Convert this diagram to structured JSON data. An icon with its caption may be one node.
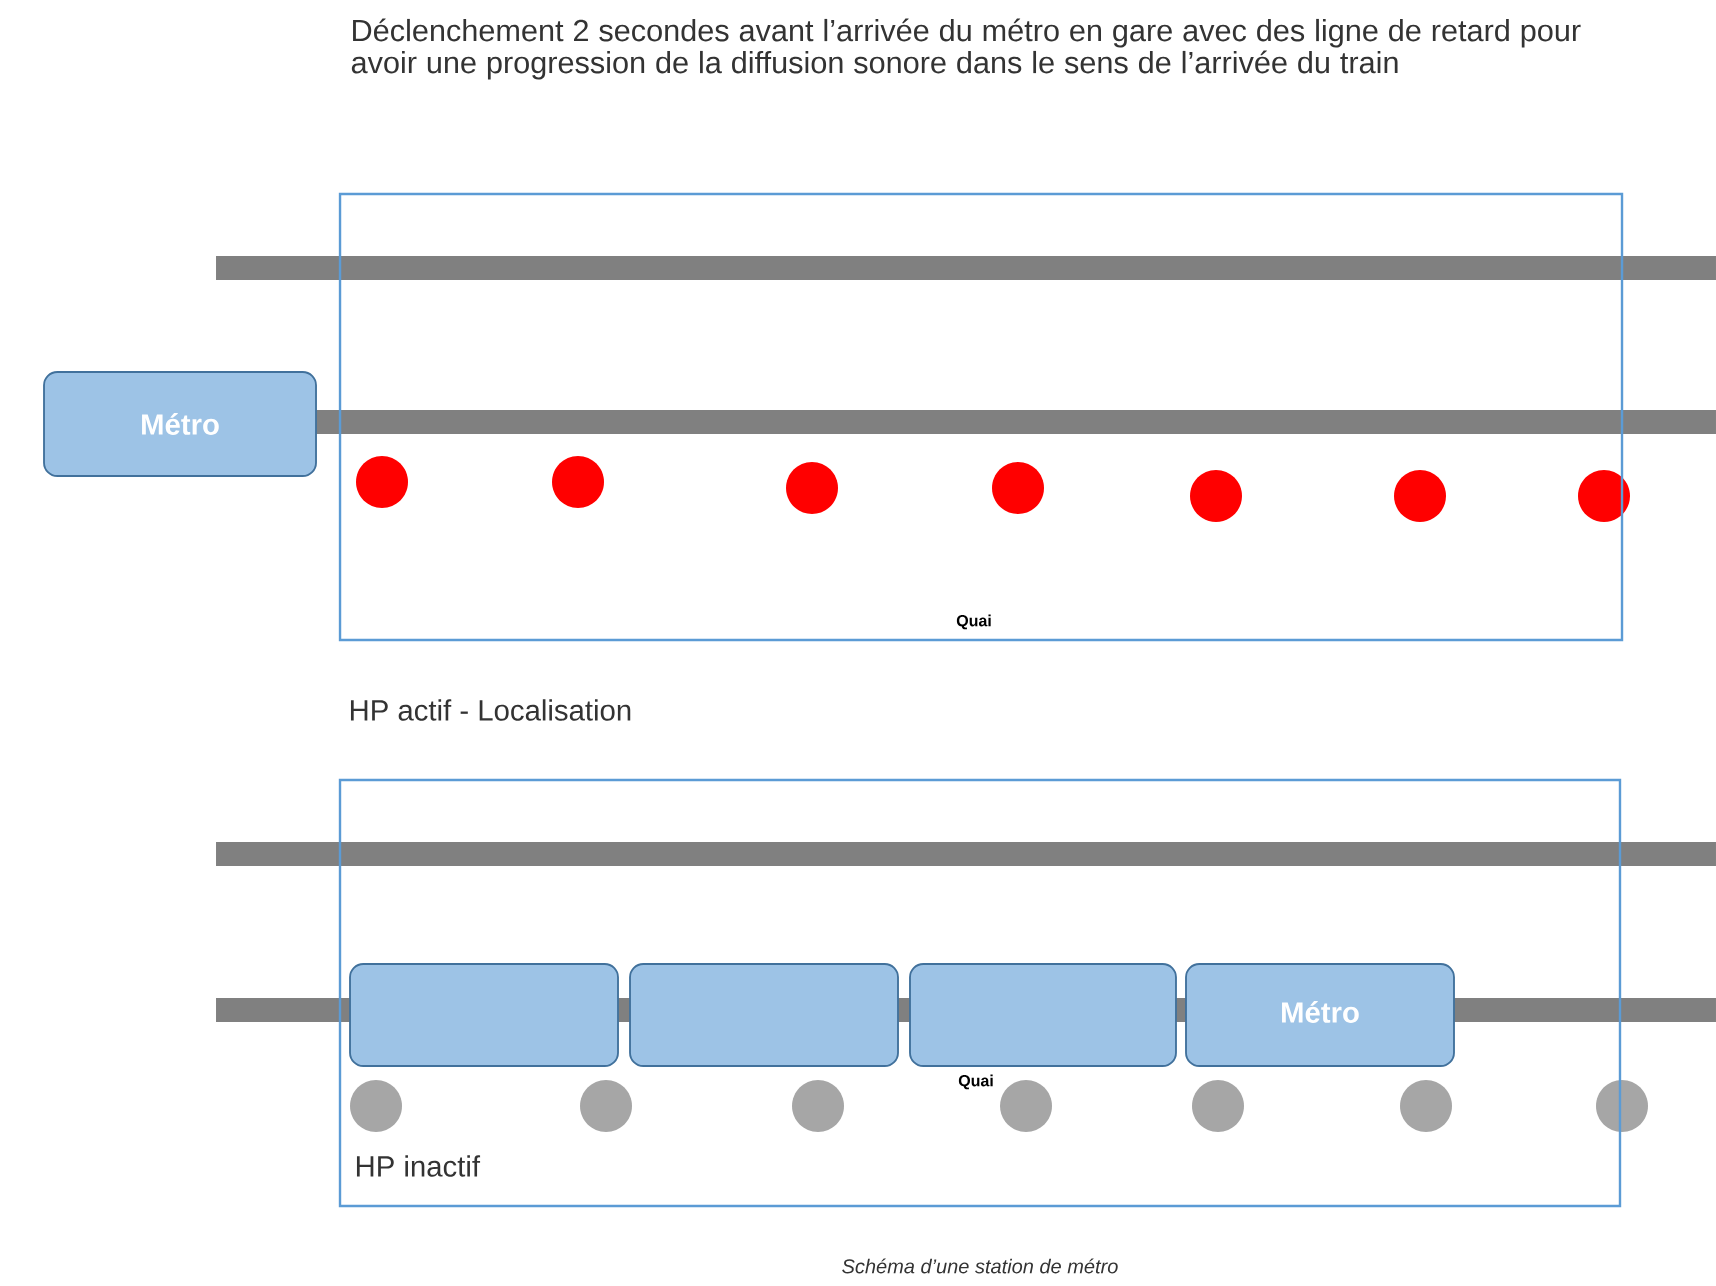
{
  "diagram": {
    "title": "Déclenchement 2 secondes avant l’arrivée du métro en gare avec des ligne de retard pour avoir une progression de la diffusion sonore dans le sens de l’arrivée du train",
    "caption": "Schéma d’une station de métro",
    "nodes": [
      {
        "text": [
          "Quai"
        ]
      },
      {
        "text": [
          "Métro"
        ]
      },
      {
        "text": [
          "Quai",
          "HP inactif"
        ]
      },
      {
        "text": [],
        "shape": "box",
        "in": 2
      },
      {
        "text": [],
        "shape": "box",
        "in": 2
      },
      {
        "text": [],
        "shape": "box",
        "in": 2
      },
      {
        "text": [
          "Métro"
        ],
        "in": 2
      }
    ],
    "labels": [
      "HP actif - Localisation"
    ]
  }
}
